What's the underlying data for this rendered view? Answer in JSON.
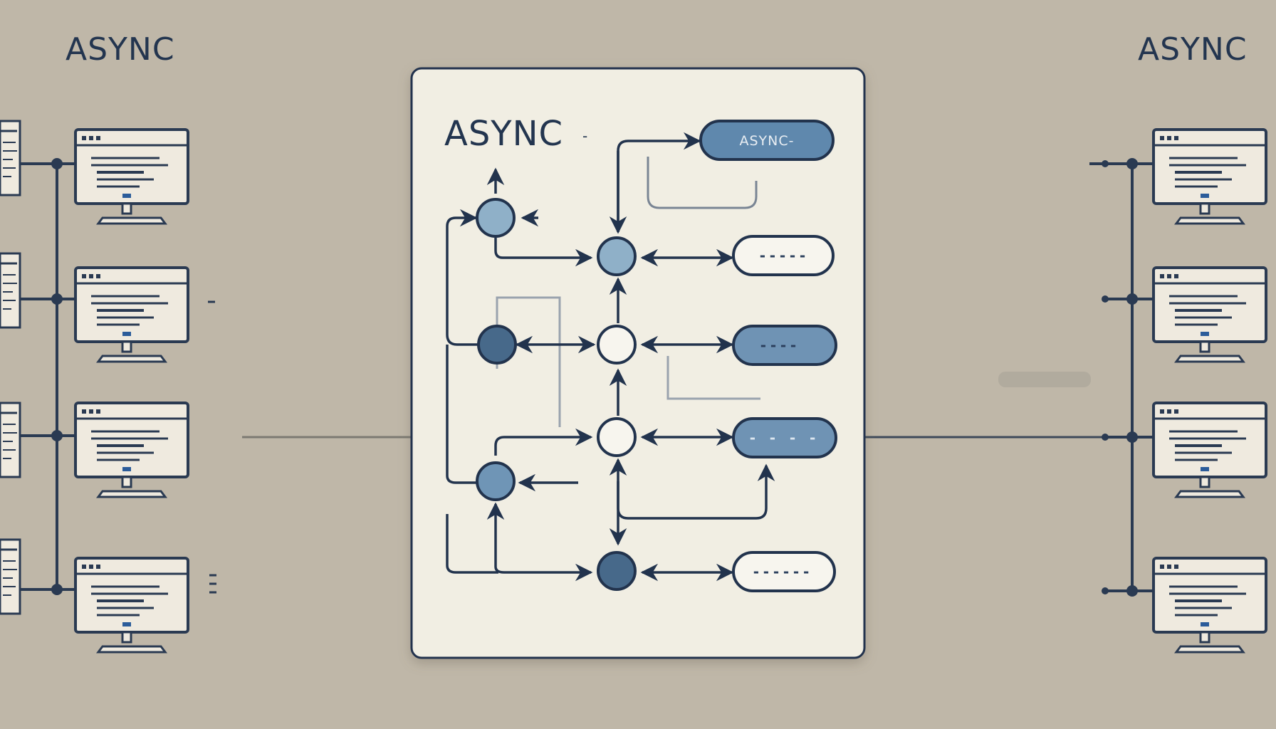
{
  "labels": {
    "left_title": "ASYNC",
    "right_title": "ASYNC",
    "card_title": "ASYNC",
    "card_title_suffix": "-",
    "top_pill": "ASYNC-"
  },
  "pills": [
    {
      "text": "-----",
      "filled": false
    },
    {
      "text": "----",
      "filled": true
    },
    {
      "text": "- - - -",
      "filled": true
    },
    {
      "text": "------",
      "filled": false
    }
  ],
  "colors": {
    "background": "#bfb7a8",
    "card": "#f1eee3",
    "ink": "#22334d",
    "node_light": "#8fb0c8",
    "node_dark": "#47698a",
    "node_mid": "#6f95b6",
    "node_white": "#f7f5ee",
    "pill_fill": "#6f93b4"
  }
}
